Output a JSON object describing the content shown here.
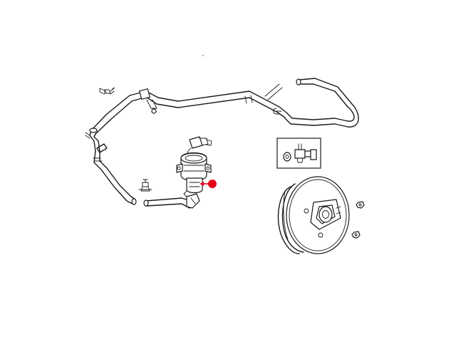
{
  "diagram": {
    "parts": [
      {
        "id": "vacuum-line-assembly",
        "icon": "hose-assembly"
      },
      {
        "id": "electric-vacuum-pump",
        "icon": "pump"
      },
      {
        "id": "brake-booster",
        "icon": "booster"
      },
      {
        "id": "check-valve-detail",
        "icon": "detail-box"
      }
    ],
    "callout": {
      "target": "electric-vacuum-pump",
      "marker_color": "#e3001b"
    },
    "colors": {
      "line": "#1a1a1a",
      "background": "#ffffff",
      "highlight": "#e3001b"
    }
  }
}
